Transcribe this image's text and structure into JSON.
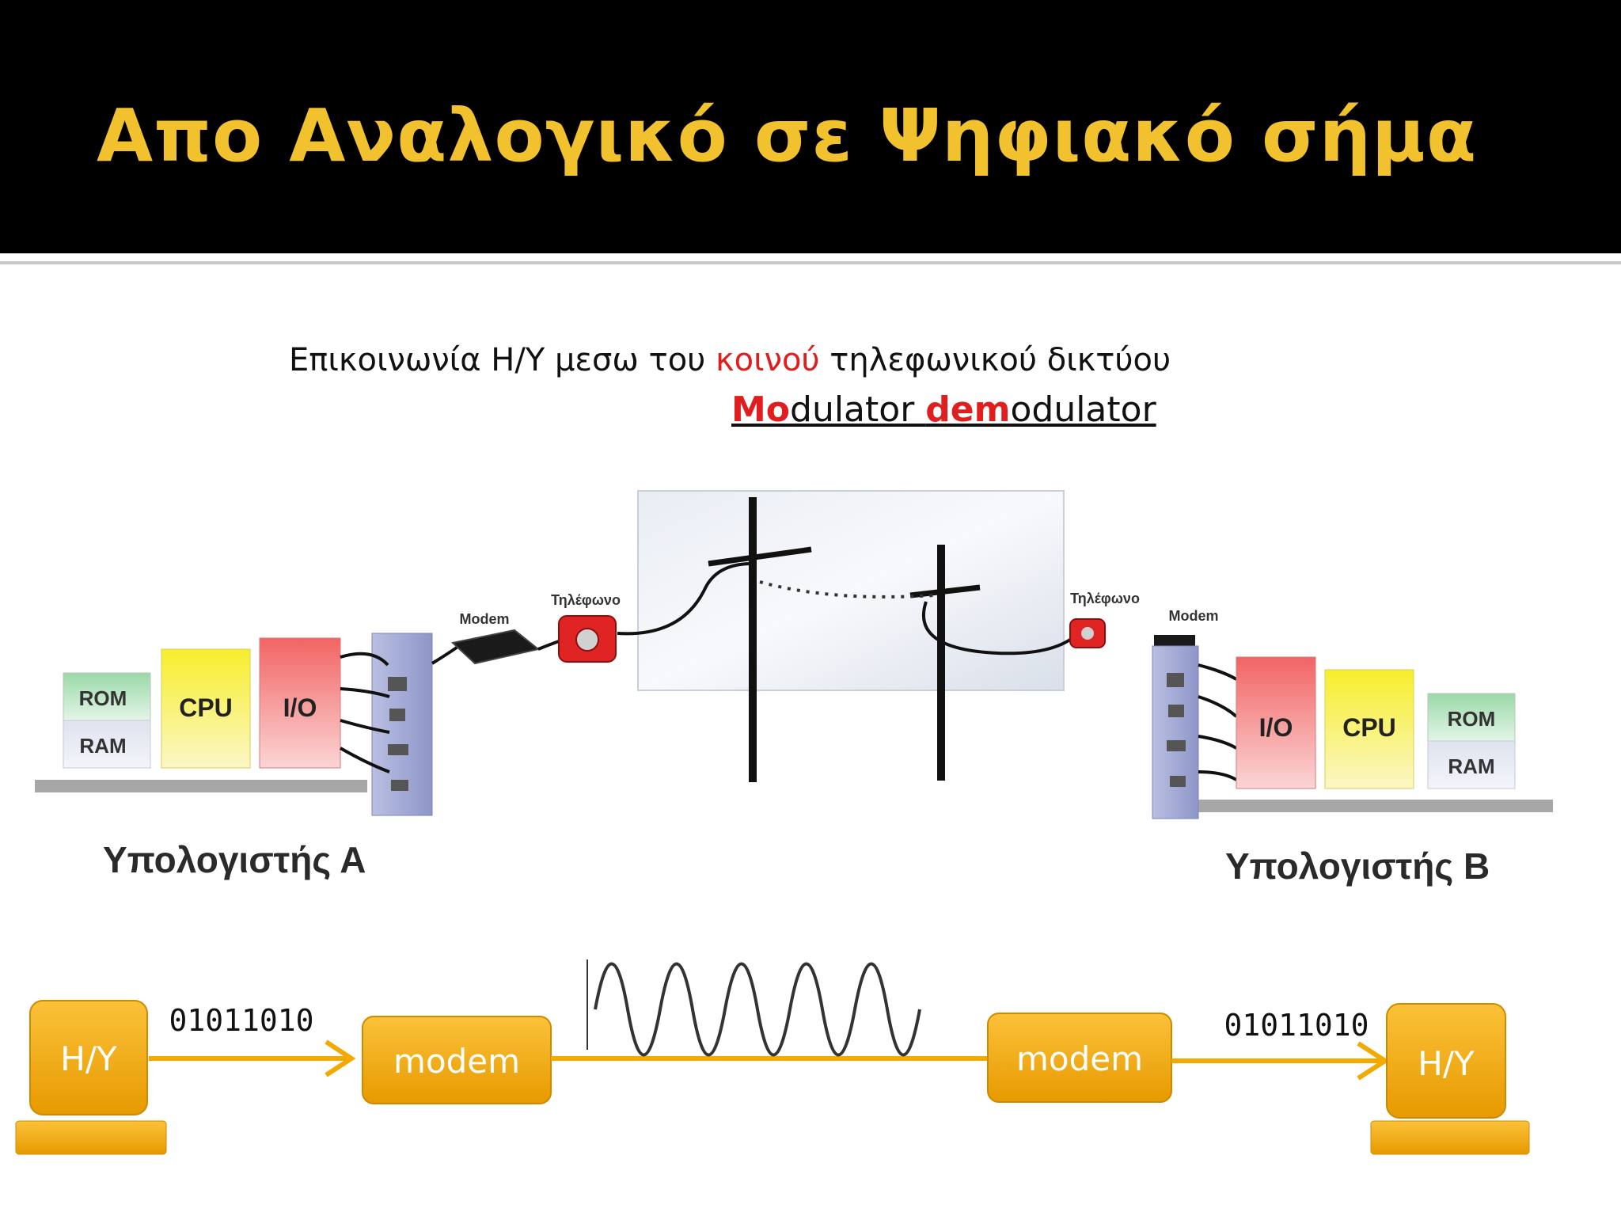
{
  "slide": {
    "title": "Απο Αναλογικό σε Ψηφιακό σήμα",
    "subtitle": {
      "before": "Επικοινωνία Η/Υ μεσω του ",
      "highlight": "κοινού",
      "after": " τηλεφωνικού δικτύου"
    },
    "modem_term": {
      "p1_red": "Mo",
      "p2": "dulator ",
      "p3_red": "dem",
      "p4": "odulator"
    }
  },
  "illustration": {
    "computer_a": {
      "label": "Υπολογιστής Α",
      "rom": "ROM",
      "ram": "RAM",
      "cpu": "CPU",
      "io": "I/O"
    },
    "computer_b": {
      "label": "Υπολογιστής Β",
      "rom": "ROM",
      "ram": "RAM",
      "cpu": "CPU",
      "io": "I/O"
    },
    "modem_a": "Modem",
    "phone_a": "Τηλέφωνο",
    "modem_b": "Modem",
    "phone_b": "Τηλέφωνο"
  },
  "flow": {
    "left_pc": "H/Y",
    "left_bits": "01011010",
    "left_modem": "modem",
    "right_modem": "modem",
    "right_bits": "01011010",
    "right_pc": "H/Y"
  },
  "colors": {
    "title": "#f2c12e",
    "highlight": "#e01e1e",
    "flow_box": "#f2a900",
    "rom_ram": "#d6f2dc",
    "cpu": "#f7ef3a",
    "io": "#f47a7a"
  }
}
